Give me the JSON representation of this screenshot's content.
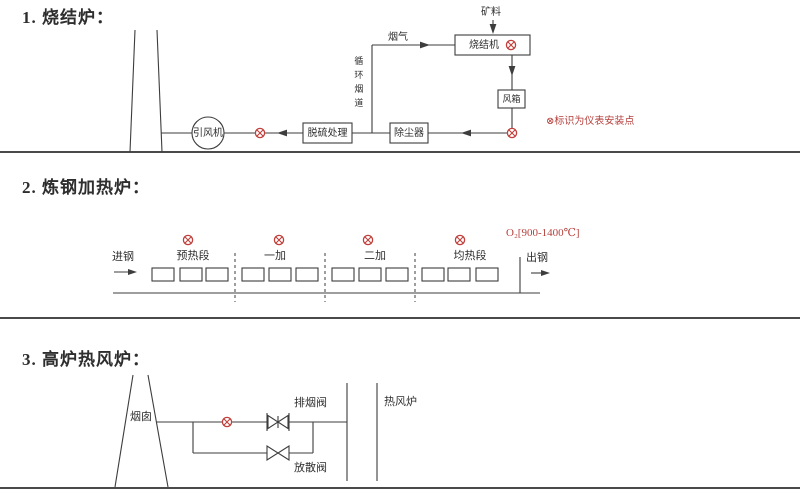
{
  "colors": {
    "line": "#3d3d3d",
    "divider": "#4a4a4a",
    "instrument_red": "#c0403c",
    "red_text": "#b5403c",
    "background": "#ffffff"
  },
  "section1": {
    "title": "1. 烧结炉：",
    "fan": "引风机",
    "desulfurization": "脱硫处理",
    "dust_collector": "除尘器",
    "wind_box": "风箱",
    "sintering_machine": "烧结机",
    "ore_feed": "矿料",
    "flue_gas": "烟气",
    "circulating_flue": "循环烟道",
    "note": "⊗标识为仪表安装点"
  },
  "section2": {
    "title": "2. 炼钢加热炉：",
    "steel_in": "进钢",
    "steel_out": "出钢",
    "zones": [
      "预热段",
      "一加",
      "二加",
      "均热段"
    ],
    "o2_note": "O₂[900-1400℃]"
  },
  "section3": {
    "title": "3. 高炉热风炉：",
    "chimney": "烟囱",
    "smoke_exhaust_valve": "排烟阀",
    "release_valve": "放散阀",
    "hot_blast_stove": "热风炉"
  }
}
